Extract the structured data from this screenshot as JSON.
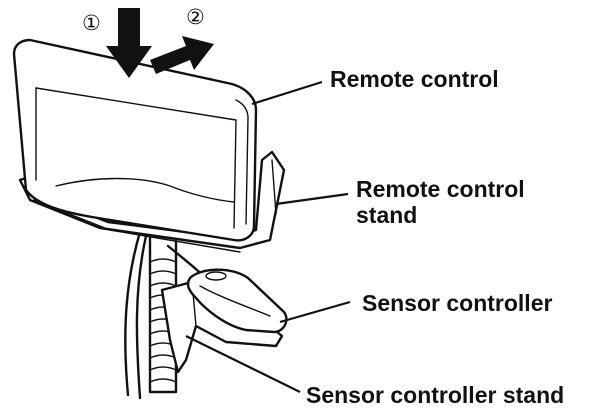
{
  "labels": {
    "remote_control": "Remote control",
    "remote_control_stand_line1": "Remote control",
    "remote_control_stand_line2": "stand",
    "sensor_controller": "Sensor controller",
    "sensor_controller_stand": "Sensor controller stand"
  },
  "steps": {
    "step1": "①",
    "step2": "②"
  },
  "colors": {
    "ink": "#111111",
    "background": "#ffffff"
  }
}
